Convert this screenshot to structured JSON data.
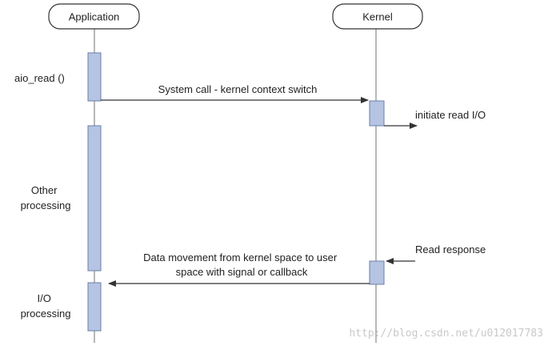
{
  "participants": {
    "application": "Application",
    "kernel": "Kernel"
  },
  "side_labels": {
    "aio_read": "aio_read ()",
    "other_processing": [
      "Other",
      "processing"
    ],
    "io_processing": [
      "I/O",
      "processing"
    ]
  },
  "messages": {
    "system_call": "System call - kernel context switch",
    "initiate_read": "initiate read I/O",
    "read_response": "Read response",
    "data_movement": [
      "Data movement from kernel space to user",
      "space with signal or callback"
    ]
  },
  "watermark": "http://blog.csdn.net/u012017783",
  "colors": {
    "activation_fill": "#b4c4e2",
    "activation_stroke": "#6b7ea8",
    "line": "#333333",
    "lifeline": "#8a8a8a"
  }
}
